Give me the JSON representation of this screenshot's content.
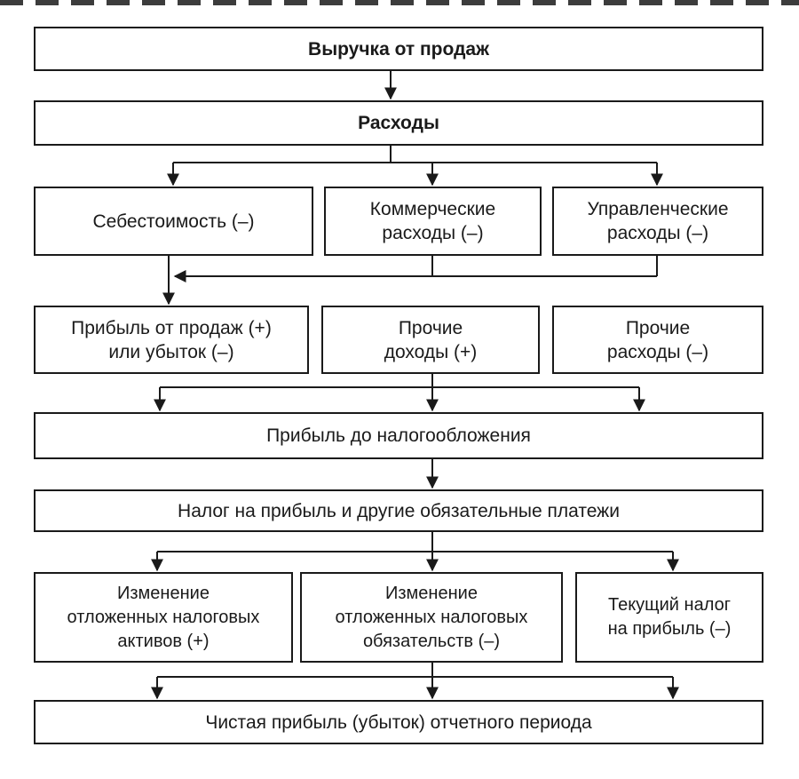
{
  "diagram": {
    "revenue": "Выручка от продаж",
    "expenses": "Расходы",
    "cost": "Себестоимость (–)",
    "commercial": "Коммерческие\nрасходы (–)",
    "management": "Управленческие\nрасходы (–)",
    "sales_profit": "Прибыль от продаж (+)\nили убыток (–)",
    "other_income": "Прочие\nдоходы (+)",
    "other_expenses": "Прочие\nрасходы (–)",
    "pretax_profit": "Прибыль до налогообложения",
    "tax_payments": "Налог на прибыль и другие обязательные платежи",
    "deferred_assets": "Изменение\nотложенных налоговых\nактивов (+)",
    "deferred_liabilities": "Изменение\nотложенных налоговых\nобязательств (–)",
    "current_tax": "Текущий налог\nна прибыль (–)",
    "net_profit": "Чистая прибыль (убыток) отчетного периода"
  }
}
